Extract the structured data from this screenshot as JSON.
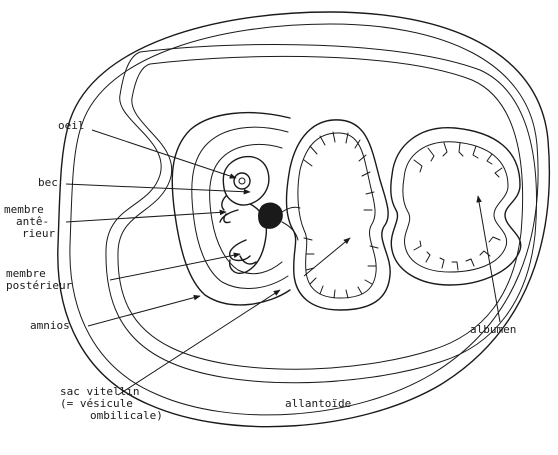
{
  "labels": {
    "oeil": "oeil",
    "bec": "bec",
    "membre_anterieur": [
      "membre",
      "antê-",
      "rieur"
    ],
    "membre_posterieur": [
      "membre",
      "postérieur"
    ],
    "amnios": "amnios",
    "sac_vitellin": [
      "sac vitellin",
      "(= vésicule",
      "ombilicale)"
    ],
    "allantoide": "allantoïde",
    "albumen": "albumen"
  }
}
